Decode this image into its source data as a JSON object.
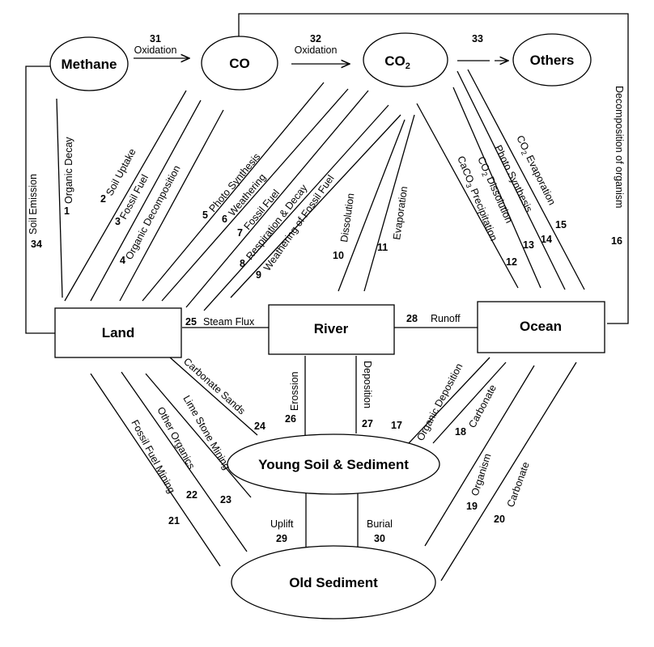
{
  "nodes": {
    "methane": "Methane",
    "co": "CO",
    "co2_base": "CO",
    "co2_sub": "2",
    "others": "Others",
    "land": "Land",
    "river": "River",
    "ocean": "Ocean",
    "young_soil": "Young Soil & Sediment",
    "old_sediment": "Old Sediment"
  },
  "fluxes": {
    "f1": {
      "num": "1",
      "label": "Organic Decay"
    },
    "f2": {
      "num": "2",
      "label": "Soil Uptake"
    },
    "f3": {
      "num": "3",
      "label": "Fossil Fuel"
    },
    "f4": {
      "num": "4",
      "label": "Organic Decomposition"
    },
    "f5": {
      "num": "5",
      "label": "Photo Synthesis"
    },
    "f6": {
      "num": "6",
      "label": "Weathering"
    },
    "f7": {
      "num": "7",
      "label": "Fossil Fuel"
    },
    "f8": {
      "num": "8",
      "label": "Respiration & Decay"
    },
    "f9": {
      "num": "9",
      "label": "Weathering of Fossil Fuel"
    },
    "f10": {
      "num": "10",
      "label": "Dissolution"
    },
    "f11": {
      "num": "11",
      "label": "Evaporation"
    },
    "f12": {
      "num": "12",
      "label_base": "CaCO",
      "label_sub": "3",
      "label_rest": " Precipitation"
    },
    "f13": {
      "num": "13",
      "label_base": "CO",
      "label_sub": "2",
      "label_rest": " Dissolution"
    },
    "f14": {
      "num": "14",
      "label": "Photo Synthesis"
    },
    "f15": {
      "num": "15",
      "label_base": "CO",
      "label_sub": "2",
      "label_rest": " Evaporation"
    },
    "f16": {
      "num": "16",
      "label": "Decomposition of organism"
    },
    "f17": {
      "num": "17",
      "label": "Organic Deposition"
    },
    "f18": {
      "num": "18",
      "label": "Carbonate"
    },
    "f19": {
      "num": "19",
      "label": "Organism"
    },
    "f20": {
      "num": "20",
      "label": "Carbonate"
    },
    "f21": {
      "num": "21",
      "label": "Fossil Fuel Mining"
    },
    "f22": {
      "num": "22",
      "label": "Other Organics"
    },
    "f23": {
      "num": "23",
      "label": "Lime Stone Mining"
    },
    "f24": {
      "num": "24",
      "label": "Carbonate Sands"
    },
    "f25": {
      "num": "25",
      "label": "Steam Flux"
    },
    "f26": {
      "num": "26",
      "label": "Erossion"
    },
    "f27": {
      "num": "27",
      "label": "Deposition"
    },
    "f28": {
      "num": "28",
      "label": "Runoff"
    },
    "f29": {
      "num": "29",
      "label": "Uplift"
    },
    "f30": {
      "num": "30",
      "label": "Burial"
    },
    "f31": {
      "num": "31",
      "label": "Oxidation"
    },
    "f32": {
      "num": "32",
      "label": "Oxidation"
    },
    "f33": {
      "num": "33"
    },
    "f34": {
      "num": "34",
      "label": "Soil Emission"
    }
  }
}
